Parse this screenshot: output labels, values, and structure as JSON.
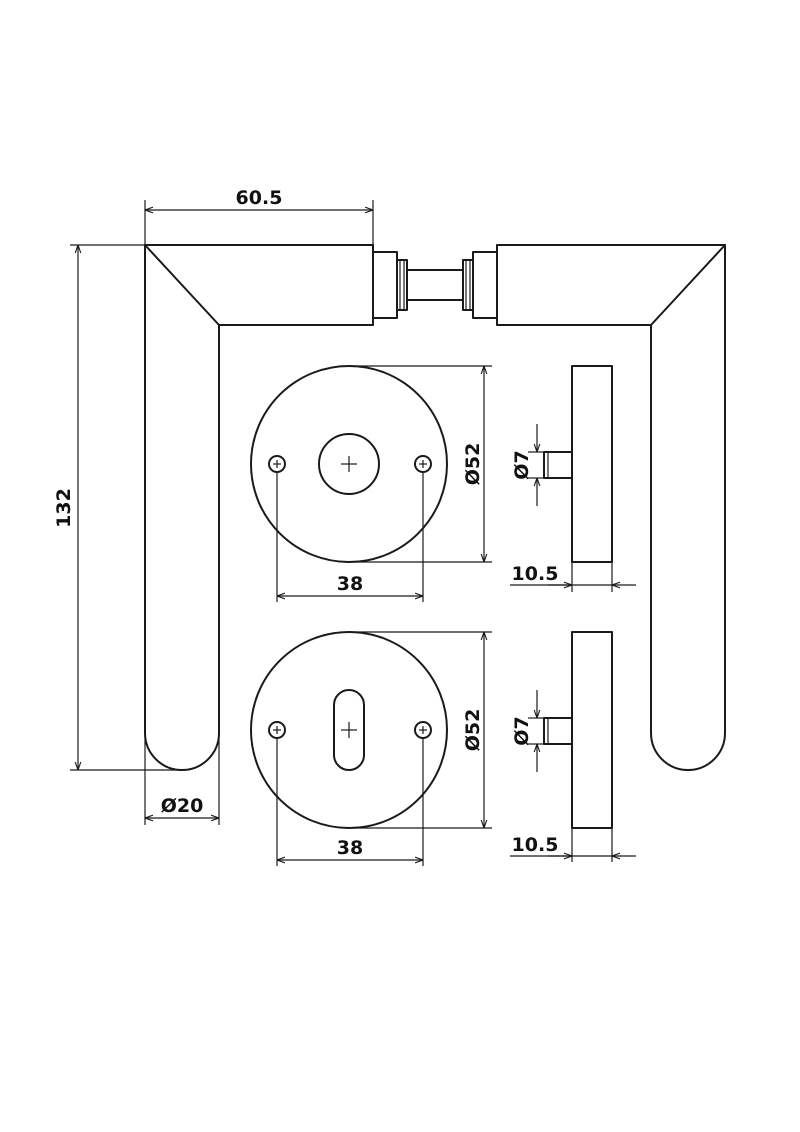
{
  "dimensions": {
    "handle_width": "60.5",
    "handle_height": "132",
    "handle_diameter": "Ø20",
    "rose_diameter_top": "Ø52",
    "rose_diameter_bottom": "Ø52",
    "screw_spacing_top": "38",
    "screw_spacing_bottom": "38",
    "spindle_diameter_top": "Ø7",
    "spindle_diameter_bottom": "Ø7",
    "rose_thickness_top": "10.5",
    "rose_thickness_bottom": "10.5"
  }
}
